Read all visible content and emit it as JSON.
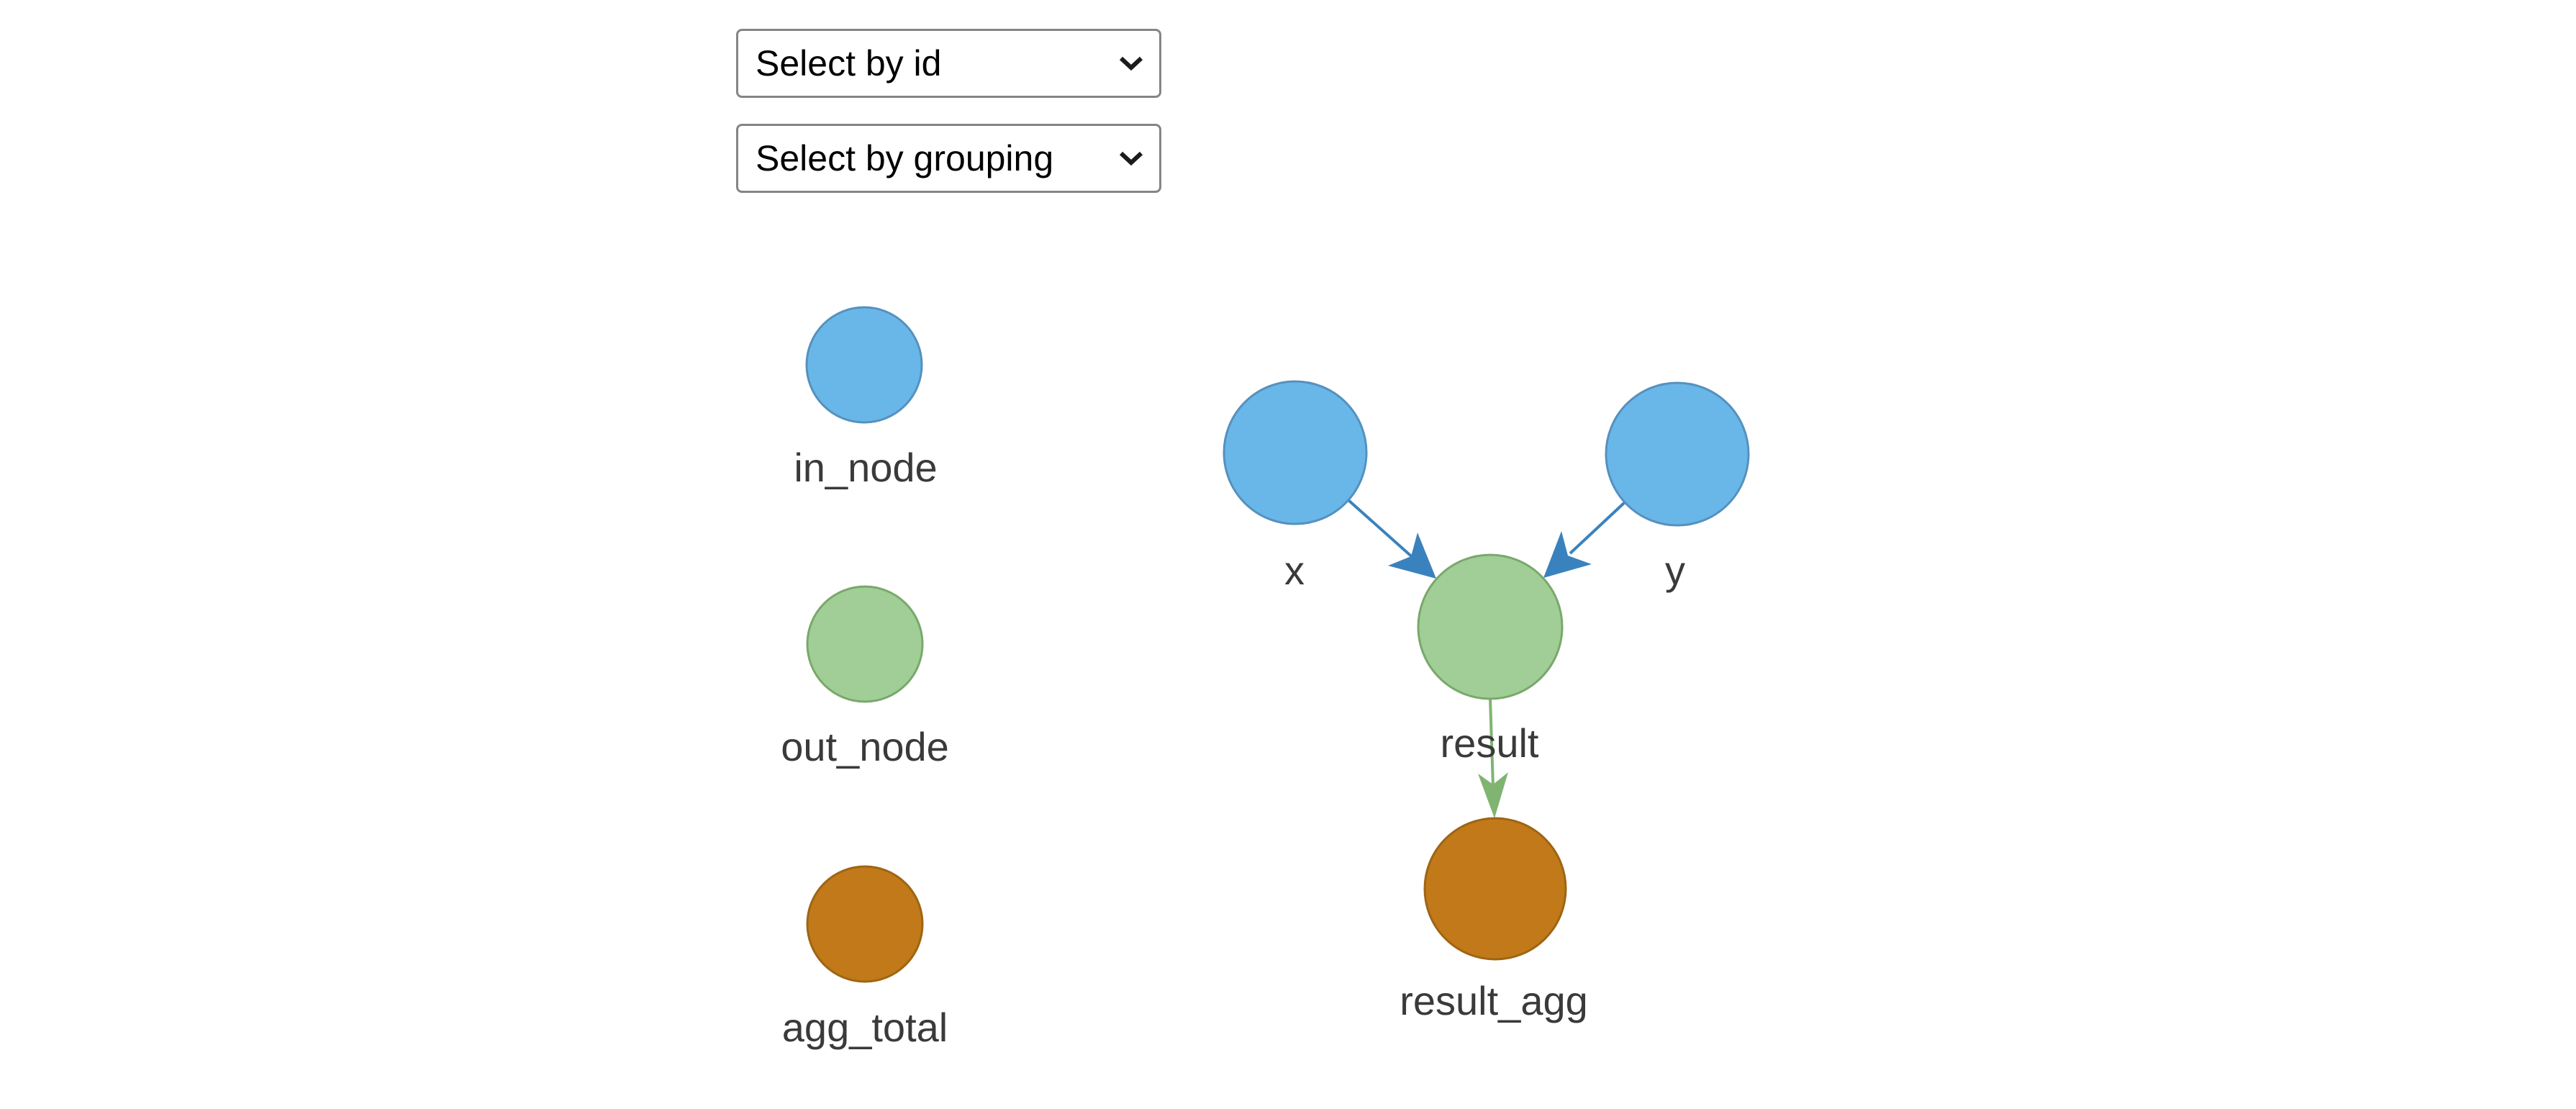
{
  "app": {
    "background": "#ffffff"
  },
  "controls": {
    "select_by_id": {
      "value": "Select by id"
    },
    "select_by_grouping": {
      "value": "Select by grouping"
    }
  },
  "legend": {
    "items": [
      {
        "label": "in_node",
        "fill": "#69b7e8",
        "border": "#5591be"
      },
      {
        "label": "out_node",
        "fill": "#a0ce96",
        "border": "#79a86b"
      },
      {
        "label": "agg_total",
        "fill": "#c1791a",
        "border": "#9e6513"
      }
    ]
  },
  "graph": {
    "label_color": "#3a3a3a",
    "nodes": [
      {
        "id": "x",
        "label": "x",
        "group": "in_node",
        "fill": "#69b7e8",
        "border": "#5591be"
      },
      {
        "id": "y",
        "label": "y",
        "group": "in_node",
        "fill": "#69b7e8",
        "border": "#5591be"
      },
      {
        "id": "result",
        "label": "result",
        "group": "out_node",
        "fill": "#a0ce96",
        "border": "#79a86b"
      },
      {
        "id": "result_agg",
        "label": "result_agg",
        "group": "agg_total",
        "fill": "#c1791a",
        "border": "#9e6513"
      }
    ],
    "edges": [
      {
        "from": "x",
        "to": "result",
        "color": "#3a82bd"
      },
      {
        "from": "y",
        "to": "result",
        "color": "#3a82bd"
      },
      {
        "from": "result",
        "to": "result_agg",
        "color": "#7fb471"
      }
    ]
  }
}
